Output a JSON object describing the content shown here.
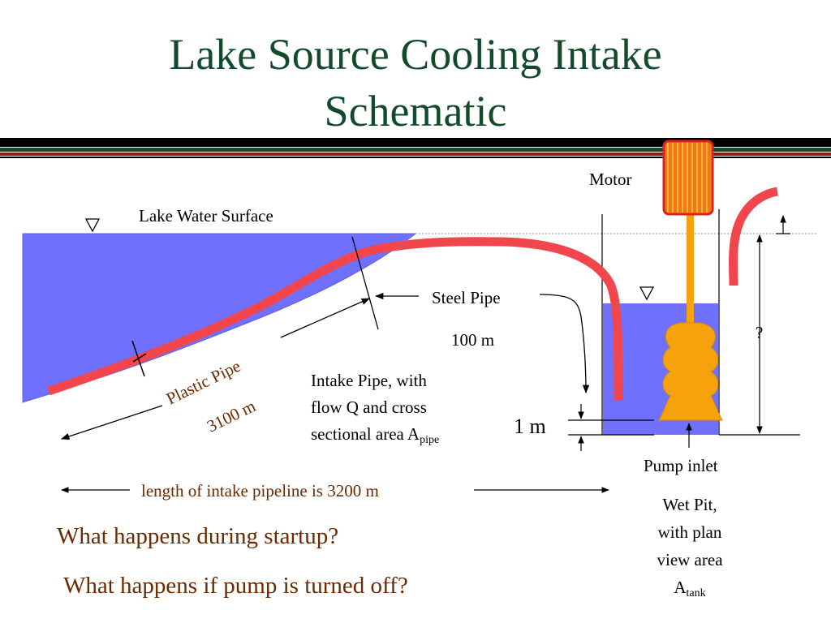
{
  "title": {
    "line1": "Lake Source Cooling Intake",
    "line2": "Schematic"
  },
  "labels": {
    "motor": "Motor",
    "lake_surface": "Lake Water Surface",
    "steel_pipe": "Steel Pipe",
    "steel_length": "100 m",
    "plastic_pipe": "Plastic Pipe",
    "plastic_length": "3100 m",
    "intake_line1": "Intake Pipe, with",
    "intake_line2": "flow Q and cross",
    "intake_line3_prefix": "sectional area A",
    "intake_line3_sub": "pipe",
    "one_meter": "1 m",
    "question_mark": "?",
    "pump_inlet": "Pump inlet",
    "wetpit_line1": "Wet Pit,",
    "wetpit_line2": "with plan",
    "wetpit_line3": "view area",
    "wetpit_line4_prefix": "A",
    "wetpit_line4_sub": "tank",
    "pipeline_length": "length of intake pipeline is 3200 m"
  },
  "questions": {
    "startup": "What happens during startup?",
    "turned_off": "What happens if pump is turned off?"
  },
  "colors": {
    "title": "#124a2a",
    "water": "#7070ff",
    "pipe": "#f2464d",
    "pump": "#f5a20c",
    "motor": "#f07a1a",
    "question_text": "#6b2a00"
  },
  "icons": {
    "water_level": "inverted-triangle-icon"
  }
}
